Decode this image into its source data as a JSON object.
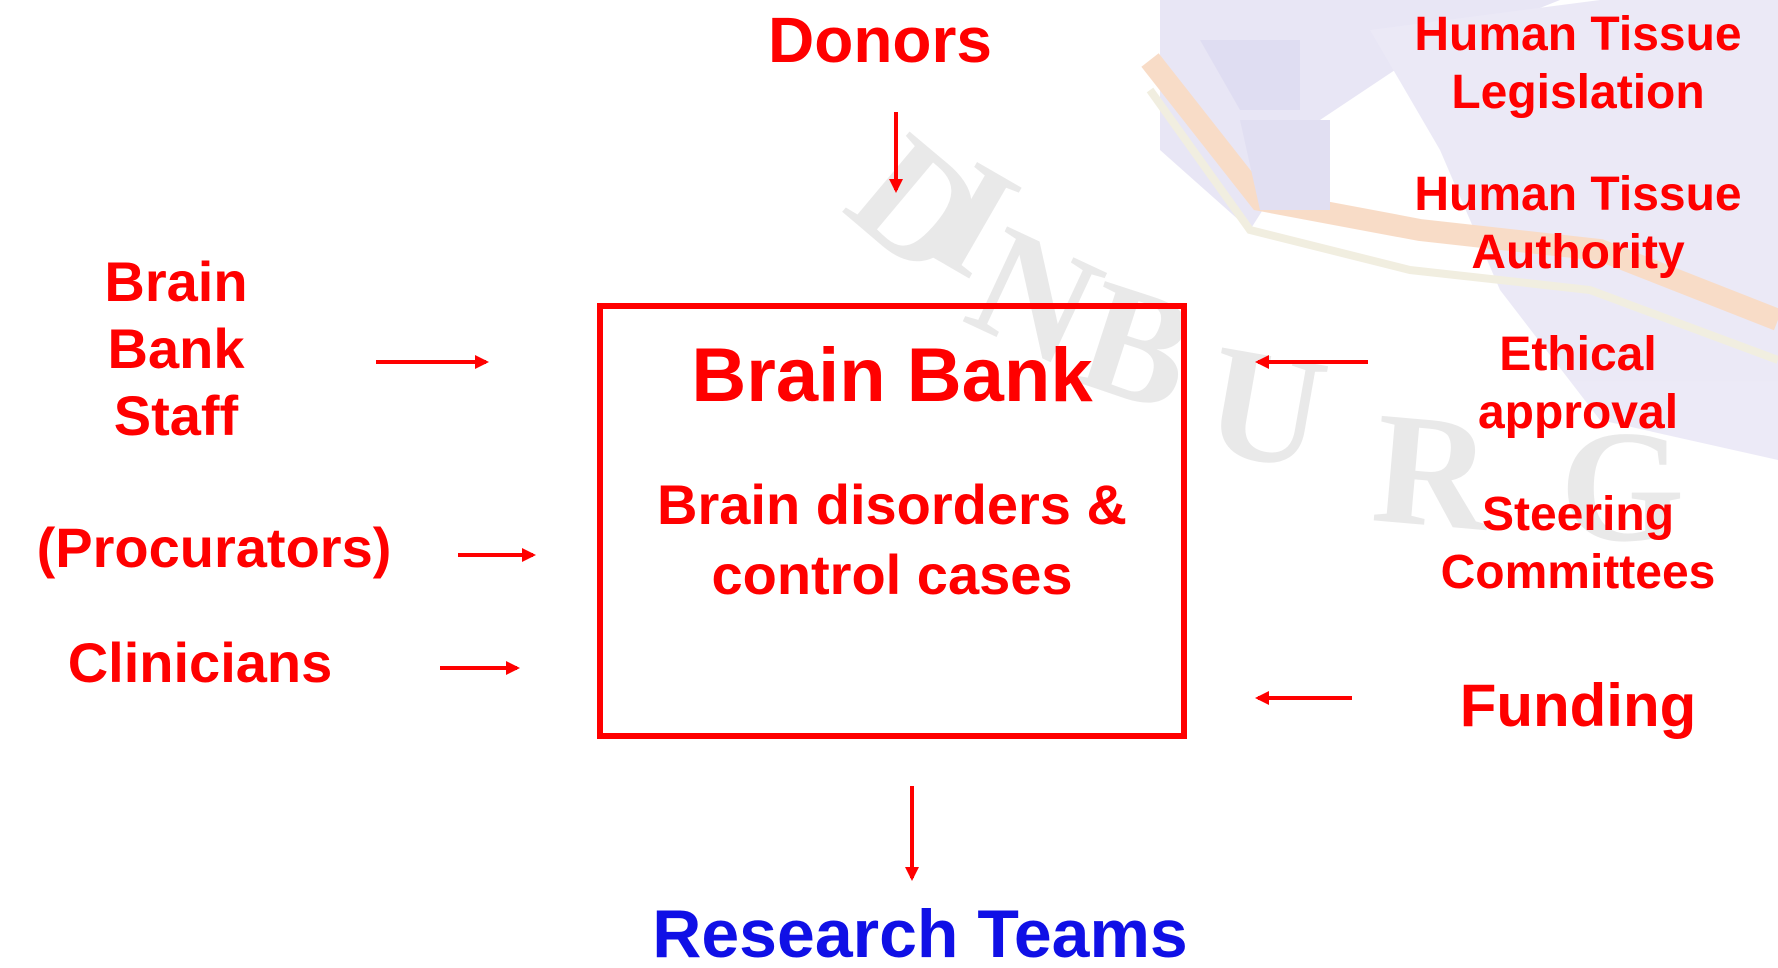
{
  "colors": {
    "primary": "#ff0000",
    "output": "#1010e6",
    "watermark_blue": "#c9c5e6",
    "watermark_orange": "#f3b488",
    "watermark_gray": "#d9d9d9"
  },
  "inputs": {
    "top": "Donors",
    "left_1": "Brain\nBank\nStaff",
    "left_2": "(Procurators)",
    "left_3": "Clinicians"
  },
  "governance": {
    "legislation": "Human Tissue\nLegislation",
    "authority": "Human Tissue\nAuthority",
    "ethics": "Ethical\napproval",
    "committees": "Steering\nCommittees",
    "funding": "Funding"
  },
  "center": {
    "title": "Brain Bank",
    "subtitle": "Brain disorders &\ncontrol cases"
  },
  "output": {
    "label": "Research Teams"
  }
}
